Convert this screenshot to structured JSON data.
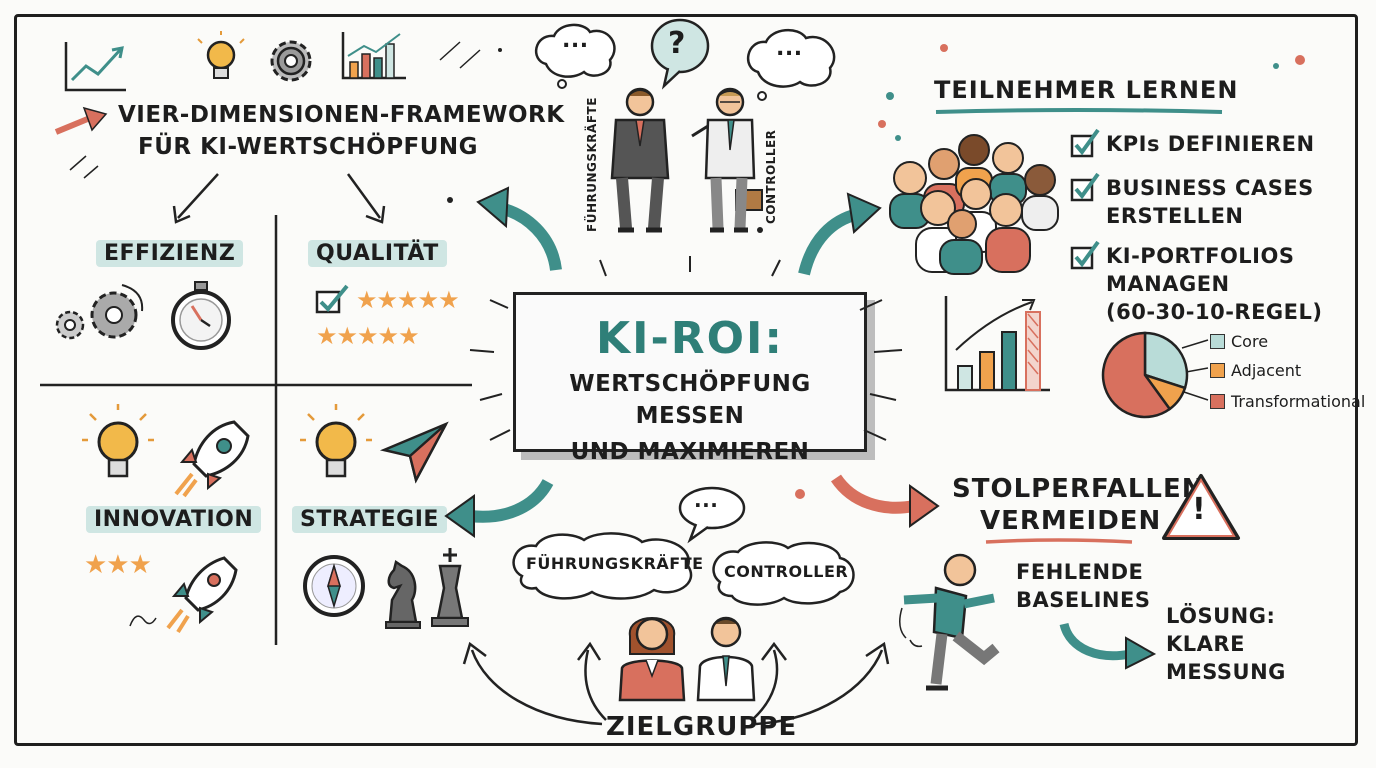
{
  "framework": {
    "title_line1": "VIER-DIMENSIONEN-FRAMEWORK",
    "title_line2": "FÜR KI-WERTSCHÖPFUNG",
    "quadrants": [
      {
        "label": "EFFIZIENZ"
      },
      {
        "label": "QUALITÄT"
      },
      {
        "label": "INNOVATION"
      },
      {
        "label": "STRATEGIE"
      }
    ]
  },
  "center": {
    "title": "KI-ROI:",
    "subtitle_line1": "WERTSCHÖPFUNG MESSEN",
    "subtitle_line2": "UND MAXIMIEREN"
  },
  "top_people": {
    "left_label": "FÜHRUNGSKRÄFTE",
    "right_label": "CONTROLLER",
    "question_mark": "?",
    "dots": "..."
  },
  "learn": {
    "title": "TEILNEHMER LERNEN",
    "items": [
      {
        "text": "KPIs DEFINIEREN"
      },
      {
        "text_line1": "BUSINESS CASES",
        "text_line2": "ERSTELLEN"
      },
      {
        "text_line1": "KI-PORTFOLIOS",
        "text_line2": "MANAGEN",
        "text_line3": "(60-30-10-REGEL)"
      }
    ],
    "pie_legend": [
      "Core",
      "Adjacent",
      "Transformational"
    ],
    "pie_values": [
      30,
      10,
      60
    ],
    "colors": {
      "core": "#b9dcd8",
      "adjacent": "#f0a24d",
      "transformational": "#d8705e",
      "teal": "#3f8f8a"
    }
  },
  "pitfalls": {
    "title_line1": "STOLPERFALLEN",
    "title_line2": "VERMEIDEN",
    "problem_line1": "FEHLENDE",
    "problem_line2": "BASELINES",
    "solution_line1": "LÖSUNG:",
    "solution_line2": "KLARE",
    "solution_line3": "MESSUNG",
    "warning_mark": "!"
  },
  "audience": {
    "bubble_left": "FÜHRUNGSKRÄFTE",
    "bubble_right": "CONTROLLER",
    "label": "ZIELGRUPPE"
  }
}
